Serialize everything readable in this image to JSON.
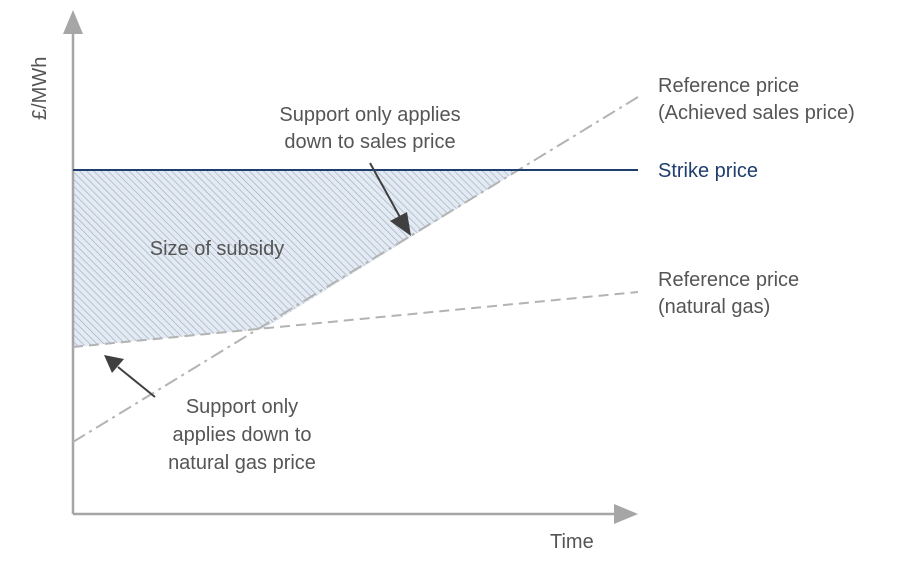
{
  "axes": {
    "y_label": "£/MWh",
    "x_label": "Time"
  },
  "lines": {
    "reference_sales": {
      "line1": "Reference price",
      "line2": "(Achieved sales price)"
    },
    "strike": {
      "label": "Strike price"
    },
    "reference_gas": {
      "line1": "Reference price",
      "line2": "(natural gas)"
    }
  },
  "annotations": {
    "sales": {
      "line1": "Support only applies",
      "line2": "down to sales price"
    },
    "subsidy": {
      "label": "Size of subsidy"
    },
    "gas": {
      "line1": "Support only",
      "line2": "applies down to",
      "line3": "natural gas price"
    }
  },
  "colors": {
    "axis": "#a6a6a6",
    "strike_line": "#1f3e6e",
    "reference_line": "#b3b3b3",
    "hatch": "#9fb1c8",
    "arrow": "#404040",
    "text": "#555555"
  }
}
